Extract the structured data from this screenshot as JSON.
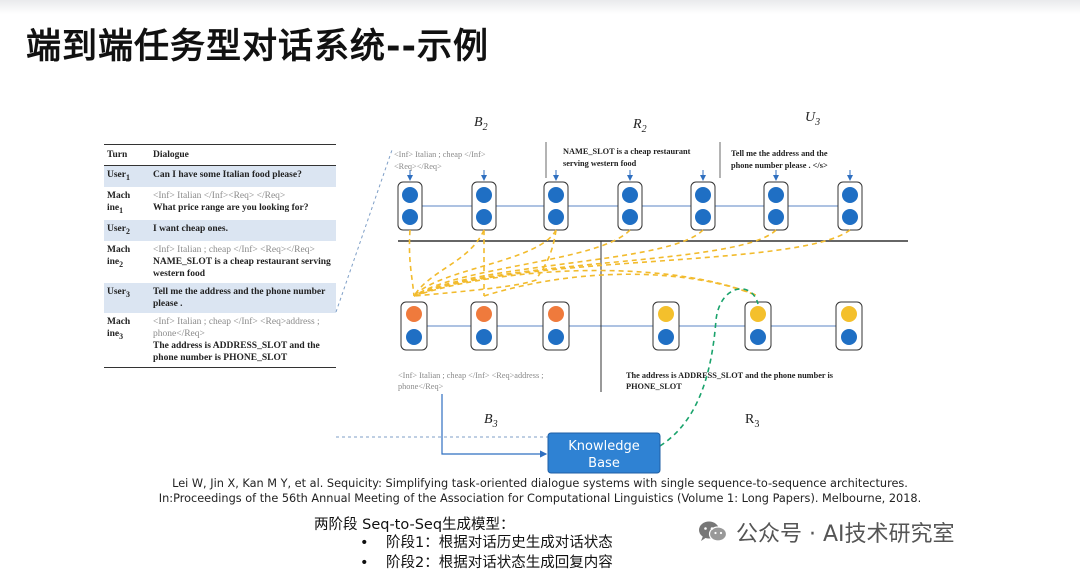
{
  "slide": {
    "title": "端到端任务型对话系统--示例"
  },
  "table": {
    "headers": [
      "Turn",
      "Dialogue"
    ],
    "rows": [
      {
        "kind": "user",
        "turn": "User",
        "sub": "1",
        "text": "Can I have some Italian food please?"
      },
      {
        "kind": "mach",
        "turn": "Mach ine",
        "sub": "1",
        "state": "<Inf> Italian </Inf><Req> </Req>",
        "response": "What price range are you looking for?"
      },
      {
        "kind": "user",
        "turn": "User",
        "sub": "2",
        "text": "I want cheap ones."
      },
      {
        "kind": "mach",
        "turn": "Mach ine",
        "sub": "2",
        "state": "<Inf> Italian ; cheap </Inf> <Req></Req>",
        "response": "NAME_SLOT is a cheap restaurant serving western food"
      },
      {
        "kind": "user",
        "turn": "User",
        "sub": "3",
        "text": "Tell me the address and the phone number please ."
      },
      {
        "kind": "mach",
        "turn": "Mach ine",
        "sub": "3",
        "state": "<Inf> Italian ; cheap </Inf> <Req>address ; phone</Req>",
        "response": "The address is ADDRESS_SLOT and the phone number is PHONE_SLOT"
      }
    ]
  },
  "diagram": {
    "labels": {
      "b2": "B",
      "b2_sub": "2",
      "r2": "R",
      "r2_sub": "2",
      "u3": "U",
      "u3_sub": "3",
      "b3": "B",
      "b3_sub": "3",
      "r3": "R",
      "r3_sub": "3"
    },
    "top_texts": {
      "b2_line1": "<Inf> Italian ; cheap </Inf>",
      "b2_line2": "<Req></Req>",
      "r2_line1": "NAME_SLOT is a cheap restaurant",
      "r2_line2": "serving western food",
      "u3_line1": "Tell  me  the  address  and  the",
      "u3_line2": "phone  number  please . </s>"
    },
    "bottom_texts": {
      "b3_line1": "<Inf> Italian ; cheap </Inf> <Req>address ;",
      "b3_line2": "phone</Req>",
      "r3_line1": "The  address  is  ADDRESS_SLOT and the phone number is",
      "r3_line2": "PHONE_SLOT"
    },
    "knowledge_base_line1": "Knowledge",
    "knowledge_base_line2": "Base",
    "colors": {
      "blue": "#1f6fc4",
      "orange": "#ef7a3c",
      "yellow": "#f4c02c",
      "yellow_link": "#f2bb2d",
      "green_link": "#1aa36c",
      "kb_fill": "#2f82d3"
    }
  },
  "citation": {
    "line1": "Lei W, Jin X, Kan M Y, et al. Sequicity: Simplifying task-oriented dialogue systems with single sequence-to-sequence architectures.",
    "line2": "In:Proceedings of the 56th Annual Meeting of the Association for Computational Linguistics (Volume 1: Long Papers). Melbourne, 2018."
  },
  "stages": {
    "title": "两阶段 Seq-to-Seq生成模型：",
    "items": [
      "阶段1：根据对话历史生成对话状态",
      "阶段2：根据对话状态生成回复内容"
    ]
  },
  "watermark": {
    "text": "公众号 · AI技术研究室",
    "icon": "wechat-icon"
  }
}
